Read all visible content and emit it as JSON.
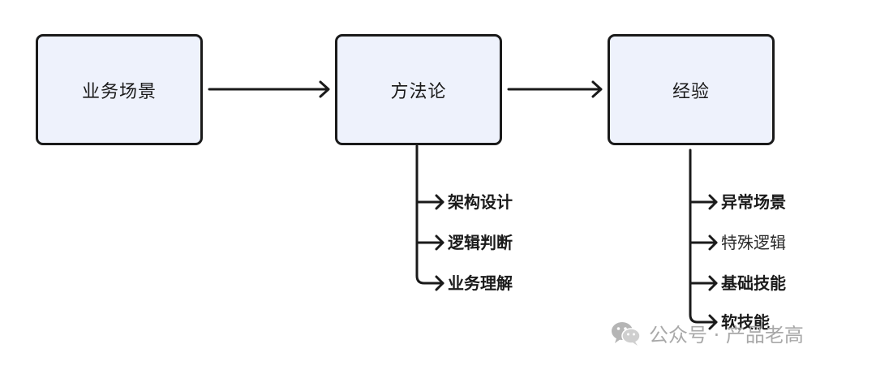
{
  "boxes": {
    "scene": "业务场景",
    "method": "方法论",
    "experience": "经验"
  },
  "method_items": [
    {
      "label": "架构设计",
      "bold": true
    },
    {
      "label": "逻辑判断",
      "bold": true
    },
    {
      "label": "业务理解",
      "bold": true
    }
  ],
  "experience_items": [
    {
      "label": "异常场景",
      "bold": true
    },
    {
      "label": "特殊逻辑",
      "bold": false
    },
    {
      "label": "基础技能",
      "bold": true
    },
    {
      "label": "软技能",
      "bold": true
    }
  ],
  "watermark": {
    "text": "公众号 · 产品老高",
    "icon": "wechat-icon"
  },
  "colors": {
    "box_fill": "#eef2fc",
    "stroke": "#1a1a1a",
    "watermark": "#a9a9a9"
  }
}
